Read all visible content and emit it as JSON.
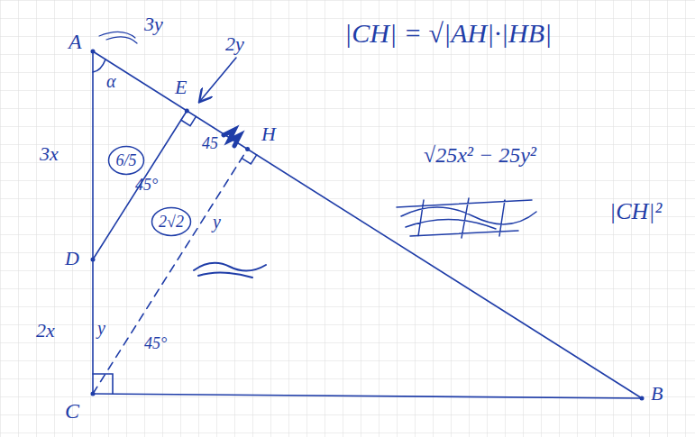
{
  "diagram": {
    "nodes": [
      {
        "text": [
          "6/5"
        ]
      },
      {
        "text": [
          "2√2"
        ]
      }
    ],
    "labels": [
      "A",
      "3y",
      "2y",
      "E",
      "H",
      "|CH| = √|AH|·|HB|",
      "α",
      "3x",
      "D",
      "2x",
      "C",
      "B",
      "45",
      "45°",
      "y",
      "y",
      "45°",
      "√25x² − 25y²",
      "|CH|²"
    ]
  }
}
